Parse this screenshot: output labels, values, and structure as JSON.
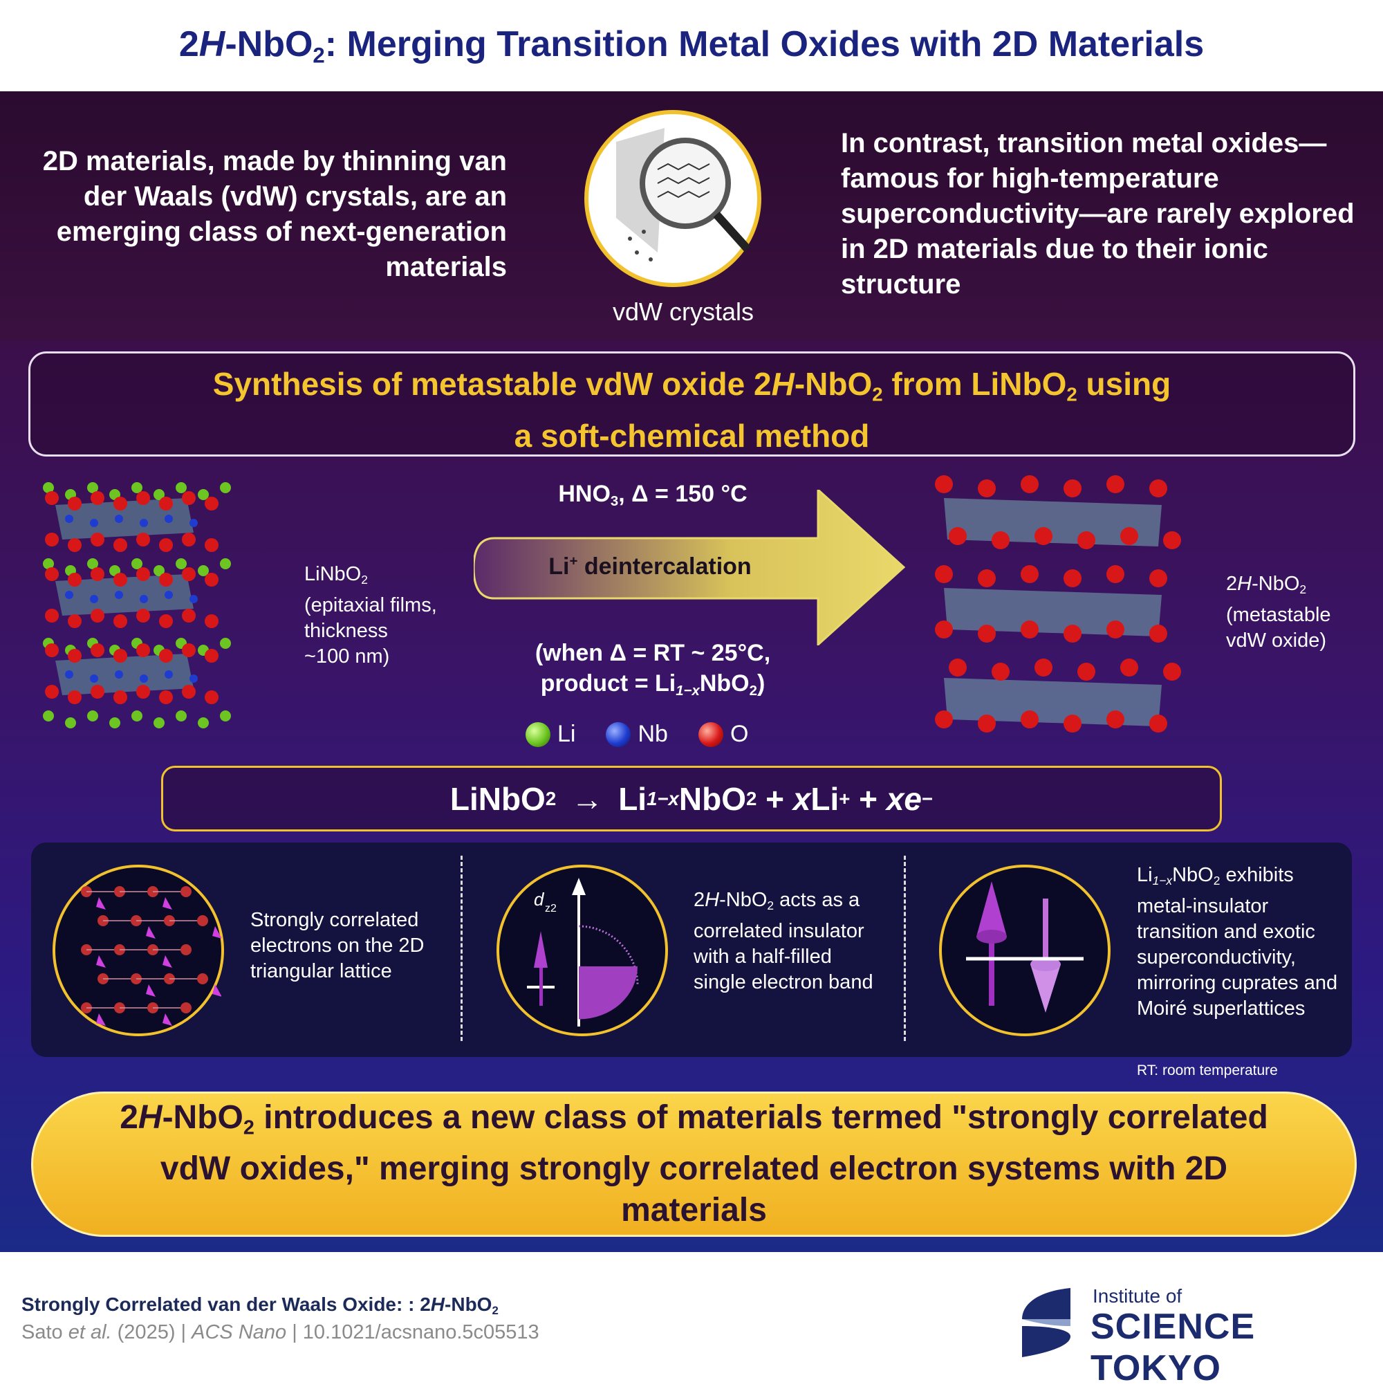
{
  "header": {
    "title_pre": "2",
    "title_italic": "H",
    "title_mid": "-NbO",
    "title_sub": "2",
    "title_post": ": Merging Transition Metal Oxides with 2D Materials"
  },
  "intro": {
    "left_text": "2D materials, made by thinning van der Waals (vdW) crystals, are an emerging class of next-generation materials",
    "right_text": "In contrast, transition metal oxides—famous for high-temperature superconductivity—are rarely explored in 2D materials due to their ionic structure",
    "image_caption": "vdW crystals"
  },
  "synthesis": {
    "line1_a": "Synthesis of metastable vdW oxide 2",
    "line1_i": "H",
    "line1_b": "-NbO",
    "line1_c": " from LiNbO",
    "line1_d": " using",
    "sub": "2",
    "line2": "a soft-chemical method"
  },
  "reaction": {
    "condition_a": "HNO",
    "condition_sub": "3",
    "condition_b": ", Δ = 150 °C",
    "arrow_label_a": "Li",
    "arrow_label_sup": "+",
    "arrow_label_b": " deintercalation",
    "note_line1": "(when Δ = RT ~ 25°C,",
    "note_line2_a": "product = Li",
    "note_line2_sub": "1−x",
    "note_line2_b": "NbO",
    "note_line2_sub2": "2",
    "note_line2_c": ")",
    "left_label_a": "LiNbO",
    "left_label_sub": "2",
    "left_label_rest": [
      "(epitaxial films,",
      "thickness",
      "~100 nm)"
    ],
    "right_label_a": "2",
    "right_label_i": "H",
    "right_label_b": "-NbO",
    "right_label_sub": "2",
    "right_label_rest": [
      "(metastable",
      "vdW oxide)"
    ]
  },
  "legend": [
    {
      "label": "Li",
      "color": "#6cc520"
    },
    {
      "label": "Nb",
      "color": "#1e3cd0"
    },
    {
      "label": "O",
      "color": "#d81818"
    }
  ],
  "equation": {
    "a": "LiNbO",
    "a_sub": "2",
    "arrow": "→",
    "b": "Li",
    "b_sub": "1−x",
    "c": "NbO",
    "c_sub": "2",
    "d": " + ",
    "d_i": "x",
    "e": "Li",
    "e_sup": "+",
    "f": " + ",
    "f_i": "xe",
    "f_sup": "−"
  },
  "panel": {
    "item1": "Strongly correlated electrons on the 2D triangular lattice",
    "item2_a": "2",
    "item2_i": "H",
    "item2_b": "-NbO",
    "item2_sub": "2",
    "item2_c": " acts as a correlated insulator with a half-filled single electron band",
    "item2_orbital": "d",
    "item2_orbital_sub": "z2",
    "item3_a": "Li",
    "item3_sub": "1−x",
    "item3_b": "NbO",
    "item3_sub2": "2",
    "item3_c": " exhibits metal-insulator transition and exotic superconductivity, mirroring cuprates and Moiré superlattices",
    "footnote": "RT: room temperature"
  },
  "conclusion": {
    "a": "2",
    "a_i": "H",
    "b": "-NbO",
    "b_sub": "2",
    "c": " introduces a new class of materials termed \"strongly correlated vdW oxides,\" merging strongly correlated electron systems with 2D materials"
  },
  "footer": {
    "title_a": "Strongly Correlated van der Waals Oxide: : 2",
    "title_i": "H",
    "title_b": "-NbO",
    "title_sub": "2",
    "cite_a": "Sato ",
    "cite_i": "et al.",
    "cite_b": " (2025) | ",
    "cite_journal": "ACS Nano",
    "cite_c": " | 10.1021/acsnano.5c05513",
    "logo_small": "Institute of",
    "logo_big": "SCIENCE TOKYO"
  },
  "colors": {
    "title": "#1a237e",
    "accent_yellow": "#f2c12e",
    "li": "#6cc520",
    "nb": "#1e3cd0",
    "o": "#d81818"
  }
}
